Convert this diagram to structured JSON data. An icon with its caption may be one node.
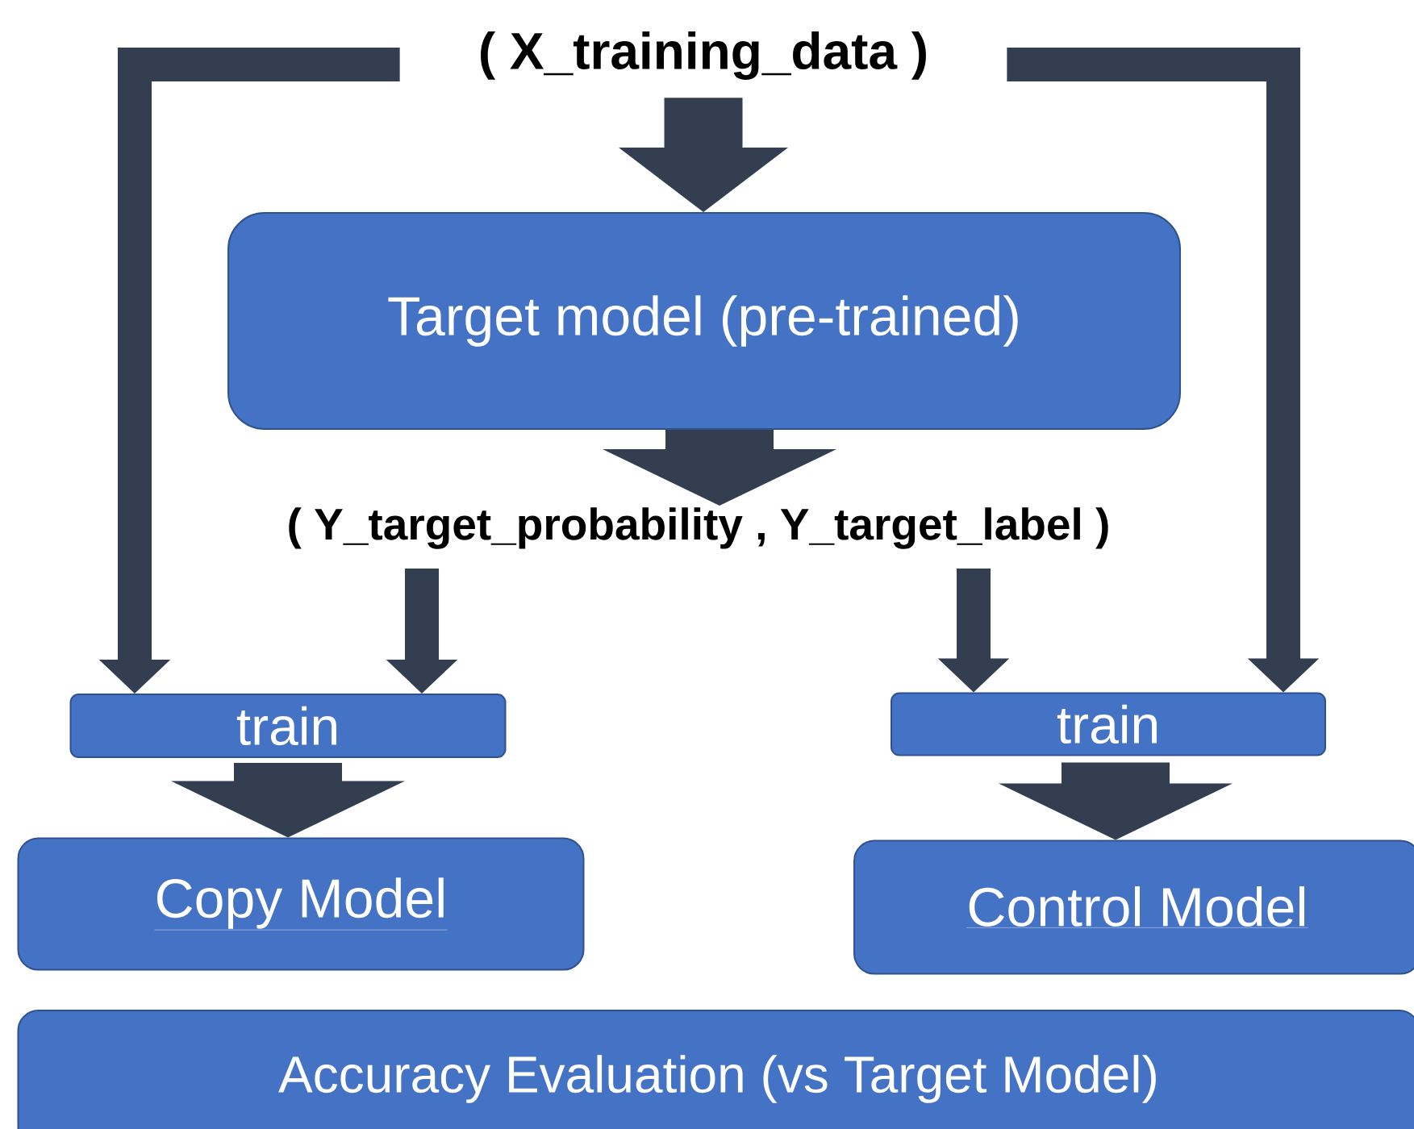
{
  "diagram": {
    "nodes": [
      {
        "text": [
          "( X_training_data )"
        ]
      },
      {
        "text": [
          "Target model (pre-trained)"
        ]
      },
      {
        "text": [
          "( Y_target_probability , Y_target_label )"
        ]
      },
      {
        "text": [
          "train"
        ]
      },
      {
        "text": [
          "train"
        ]
      },
      {
        "text": [
          "Copy Model"
        ]
      },
      {
        "text": [
          "Control Model"
        ]
      },
      {
        "text": [
          "Accuracy Evaluation (vs Target Model)"
        ]
      }
    ],
    "edges": [
      {
        "from": 0,
        "to": 1,
        "arrow": "to",
        "style": "thick"
      },
      {
        "from": 1,
        "to": 2,
        "arrow": "to",
        "style": "thick"
      },
      {
        "from": 0,
        "to": 3,
        "arrow": "to"
      },
      {
        "from": 2,
        "to": 3,
        "arrow": "to"
      },
      {
        "from": 2,
        "to": 4,
        "arrow": "to"
      },
      {
        "from": 0,
        "to": 4,
        "arrow": "to"
      },
      {
        "from": 3,
        "to": 5,
        "arrow": "to",
        "style": "thick"
      },
      {
        "from": 4,
        "to": 6,
        "arrow": "to",
        "style": "thick"
      }
    ]
  }
}
